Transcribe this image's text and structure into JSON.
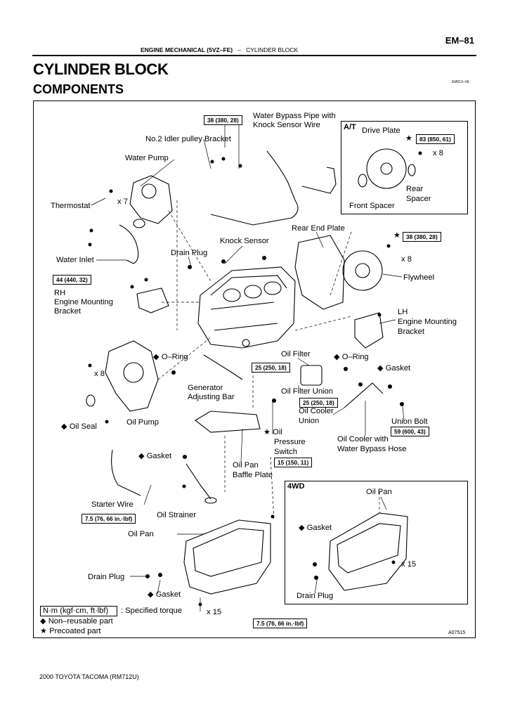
{
  "header": {
    "page_number": "EM–81",
    "section_bold": "ENGINE MECHANICAL (5VZ–FE)",
    "section_sep": "–",
    "section_sub": "CYLINDER BLOCK"
  },
  "title": "CYLINDER BLOCK",
  "subtitle": "COMPONENTS",
  "doc_code": "EM01X–06",
  "labels": {
    "water_bypass_pipe": "Water Bypass Pipe with",
    "water_bypass_pipe_2": "Knock Sensor Wire",
    "no2_idler": "No.2 Idler pulley Bracket",
    "water_pump": "Water Pump",
    "x7": "x 7",
    "thermostat": "Thermostat",
    "water_inlet": "Water Inlet",
    "drain_plug_top": "Drain Plug",
    "knock_sensor": "Knock Sensor",
    "rear_end_plate": "Rear End Plate",
    "rh_mount_1": "RH",
    "rh_mount_2": "Engine Mounting",
    "rh_mount_3": "Bracket",
    "x8_left": "x 8",
    "o_ring_left": "◆ O–Ring",
    "generator_bar_1": "Generator",
    "generator_bar_2": "Adjusting Bar",
    "oil_seal": "◆ Oil Seal",
    "oil_pump": "Oil Pump",
    "gasket_left": "◆ Gasket",
    "starter_wire": "Starter Wire",
    "oil_strainer": "Oil Strainer",
    "oil_pan_main": "Oil Pan",
    "drain_plug_bottom": "Drain Plug",
    "gasket_bottom": "◆ Gasket",
    "x15_bottom": "x 15",
    "oil_filter": "Oil Filter",
    "oil_filter_union": "Oil Filter Union",
    "oil_cooler_union_1": "Oil Cooler",
    "oil_cooler_union_2": "Union",
    "oil_pressure_1": "★ Oil",
    "oil_pressure_2": "Pressure",
    "oil_pressure_3": "Switch",
    "baffle_1": "Oil Pan",
    "baffle_2": "Baffle Plate",
    "o_ring_right": "◆ O–Ring",
    "gasket_right": "◆ Gasket",
    "union_bolt": "Union Bolt",
    "oil_cooler_1": "Oil Cooler with",
    "oil_cooler_2": "Water Bypass Hose",
    "lh_mount_1": "LH",
    "lh_mount_2": "Engine Mounting",
    "lh_mount_3": "Bracket",
    "flywheel": "Flywheel",
    "x8_flywheel": "x 8",
    "star_flywheel": "★",
    "at_title": "A/T",
    "drive_plate": "Drive Plate",
    "star_drive": "★",
    "x8_drive": "x 8",
    "rear_spacer_1": "Rear",
    "rear_spacer_2": "Spacer",
    "front_spacer": "Front Spacer",
    "wd_title": "4WD",
    "oil_pan_4wd": "Oil Pan",
    "gasket_4wd": "◆ Gasket",
    "x15_4wd": "x 15",
    "drain_plug_4wd": "Drain Plug"
  },
  "torque_boxes": {
    "t_water_bypass": "38 (380, 28)",
    "t_drive_plate": "83 (850, 61)",
    "t_flywheel": "38 (380, 28)",
    "t_rh_mount": "44 (440, 32)",
    "t_oil_filter": "25 (250, 18)",
    "t_oil_filter_union": "25 (250, 18)",
    "t_union_bolt": "59 (600, 43)",
    "t_oil_pressure": "15 (150, 11)",
    "t_oil_strainer": "7.5 (76, 66 in.·lbf)",
    "t_oil_pan": "7.5 (76, 66 in.·lbf)"
  },
  "legend": {
    "unit": "N·m (kgf·cm, ft·lbf)",
    "unit_desc": ": Specified torque",
    "non_reusable": "◆ Non–reusable part",
    "precoated": "★ Precoated part"
  },
  "figure_code": "A07515",
  "footer": "2000 TOYOTA TACOMA   (RM712U)"
}
